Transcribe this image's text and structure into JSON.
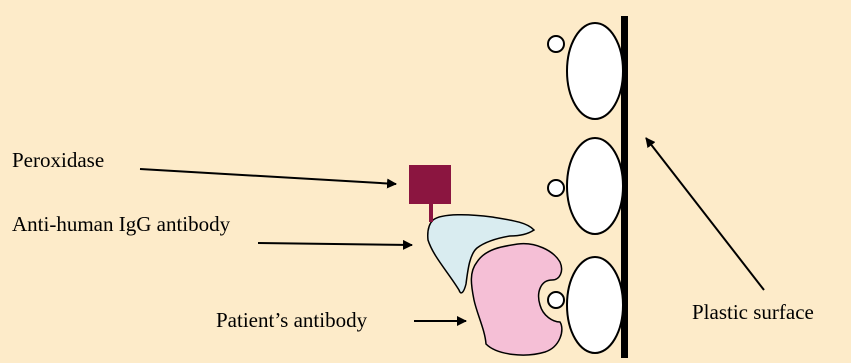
{
  "labels": {
    "peroxidase": "Peroxidase",
    "anti_human_igg": "Anti-human IgG antibody",
    "patients_antibody": "Patient’s antibody",
    "plastic_surface": "Plastic surface"
  },
  "colors": {
    "background": "#fdebc9",
    "peroxidase_fill": "#8b1540",
    "anti_igg_fill": "#d9ecf0",
    "patient_antibody_fill": "#f5bfd6",
    "antigen_fill": "#ffffff",
    "outline": "#000000"
  }
}
